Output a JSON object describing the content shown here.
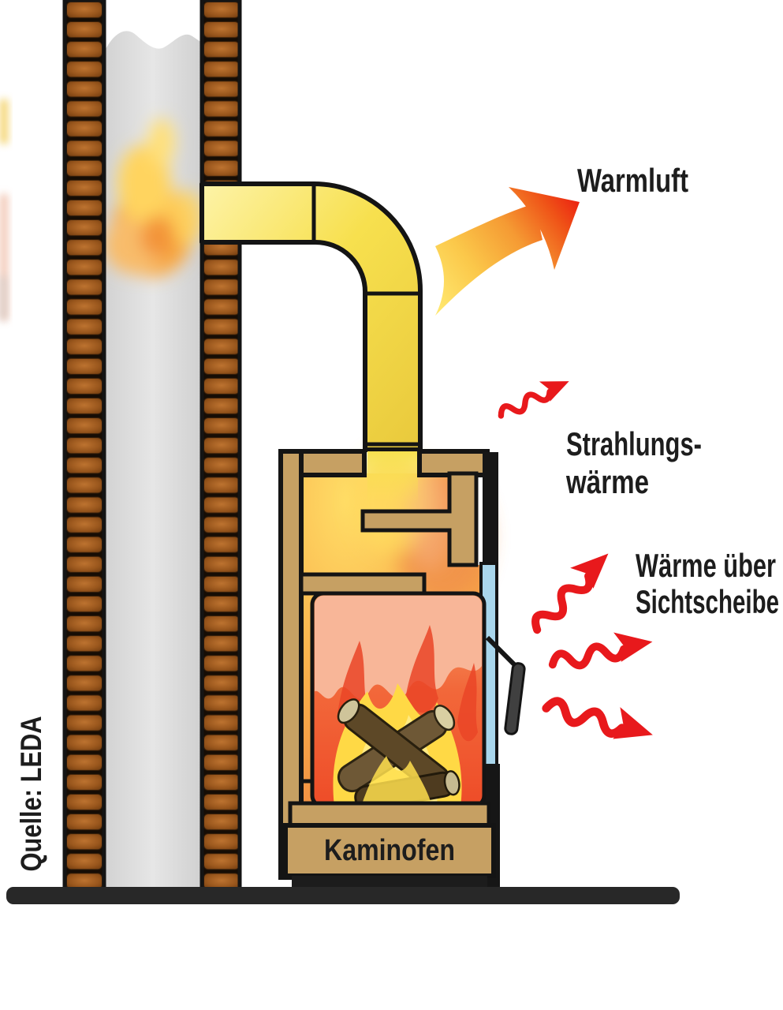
{
  "diagram": {
    "source_credit": "Quelle: LEDA",
    "stove_label": "Kaminofen",
    "annotations": {
      "warm_air": {
        "label": "Warmluft"
      },
      "radiant_heat": {
        "line1": "Strahlungs-",
        "line2": "wärme"
      },
      "glass_heat": {
        "line1": "Wärme über",
        "line2": "Sichtscheibe"
      }
    },
    "icons": {
      "warm_air": "curved-gradient-taper-arrow",
      "heat_waves": "red-wavy-arrow"
    },
    "colors": {
      "brick_brown": "#9a571d",
      "mortar_black": "#160d05",
      "flue_gray": "#dcdcdc",
      "pipe_yellow": "#f7e04e",
      "stove_tan": "#c6a063",
      "fire_orange": "#f2683a",
      "flame_salmon": "#f8b698",
      "flame_yellow": "#ffd945",
      "log_brown": "#6e5836",
      "glass_blue": "#a9d6ec",
      "heat_arrow_red": "#e8191c",
      "outline": "#141414",
      "floor": "#282828",
      "text": "#1d1d1d"
    }
  }
}
